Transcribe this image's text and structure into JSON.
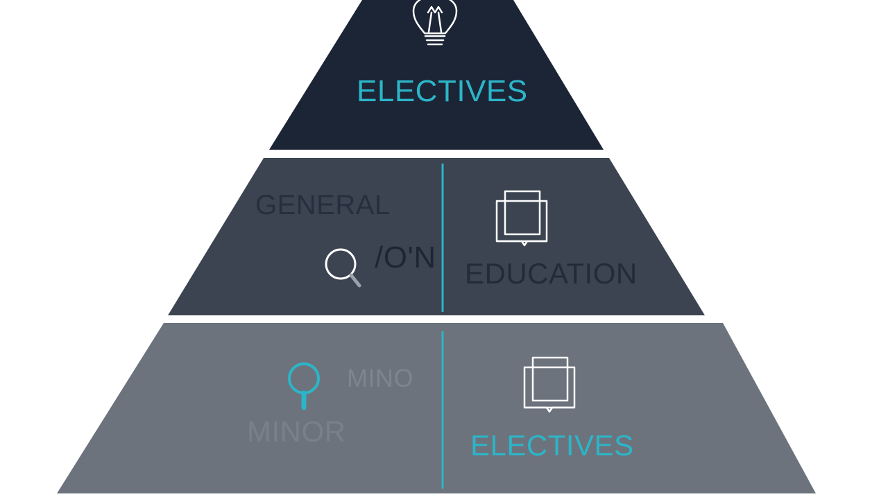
{
  "colors": {
    "tier_top": "#1b2536",
    "tier_middle": "#3b4450",
    "tier_bottom": "#6c737c",
    "accent": "#2cb5c8",
    "background": "#ffffff"
  },
  "tiers": {
    "top": {
      "title": "ELECTIVES",
      "icon": "lightbulb-icon"
    },
    "middle": {
      "left_label": "GENERAL",
      "fragment_label": "/O'N",
      "right_label": "EDUCATION",
      "left_icon": "magnifier-icon",
      "right_icon": "book-stack-icon"
    },
    "bottom": {
      "left_fragment": "MINO",
      "left_label": "MINOR",
      "right_label": "ELECTIVES",
      "left_icon": "magnifier-icon",
      "right_icon": "book-stack-icon"
    }
  }
}
